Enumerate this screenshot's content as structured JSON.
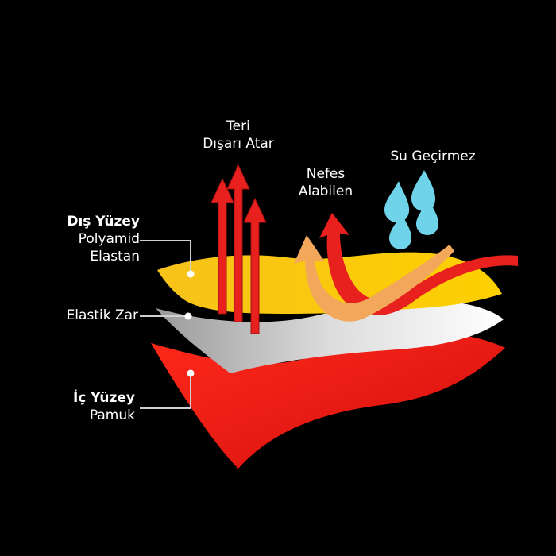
{
  "labels": {
    "outer_title": "Dış Yüzey",
    "outer_line1": "Polyamid",
    "outer_line2": "Elastan",
    "membrane": "Elastik Zar",
    "inner_title": "İç Yüzey",
    "inner_line1": "Pamuk",
    "sweat_line1": "Teri",
    "sweat_line2": "Dışarı Atar",
    "breath_line1": "Nefes",
    "breath_line2": "Alabilen",
    "water": "Su Geçirmez"
  },
  "colors": {
    "outer_layer": "#fdb813",
    "membrane_layer": "#d9d9d9",
    "inner_layer": "#ee1c1c",
    "sweat_arrow": "#e8211f",
    "breath_arrow": "#f2a75b",
    "water_drop": "#6fd3ea"
  },
  "icons": [
    "water-drop-icon",
    "up-arrow-icon",
    "curved-arrow-icon"
  ]
}
